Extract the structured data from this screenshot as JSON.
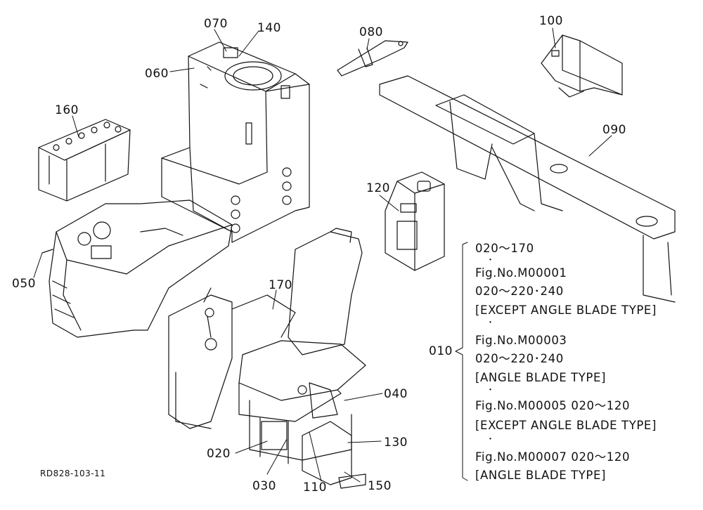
{
  "diagram": {
    "doc_id": "RD828-103-11",
    "labels": [
      {
        "id": "070",
        "text": "070"
      },
      {
        "id": "140",
        "text": "140"
      },
      {
        "id": "060",
        "text": "060"
      },
      {
        "id": "080",
        "text": "080"
      },
      {
        "id": "100",
        "text": "100"
      },
      {
        "id": "160",
        "text": "160"
      },
      {
        "id": "090",
        "text": "090"
      },
      {
        "id": "120",
        "text": "120"
      },
      {
        "id": "050",
        "text": "050"
      },
      {
        "id": "170",
        "text": "170"
      },
      {
        "id": "010",
        "text": "010"
      },
      {
        "id": "040",
        "text": "040"
      },
      {
        "id": "130",
        "text": "130"
      },
      {
        "id": "020",
        "text": "020"
      },
      {
        "id": "030",
        "text": "030"
      },
      {
        "id": "110",
        "text": "110"
      },
      {
        "id": "150",
        "text": "150"
      }
    ],
    "notes": [
      "020～170",
      "Fig.No.M00001",
      "020～220･240",
      "[EXCEPT ANGLE BLADE TYPE]",
      "Fig.No.M00003",
      "020～220･240",
      "[ANGLE BLADE TYPE]",
      "Fig.No.M00005 020～120",
      "[EXCEPT ANGLE BLADE TYPE]",
      "Fig.No.M00007 020～120",
      "[ANGLE BLADE TYPE]"
    ],
    "separator_dot": "･"
  }
}
